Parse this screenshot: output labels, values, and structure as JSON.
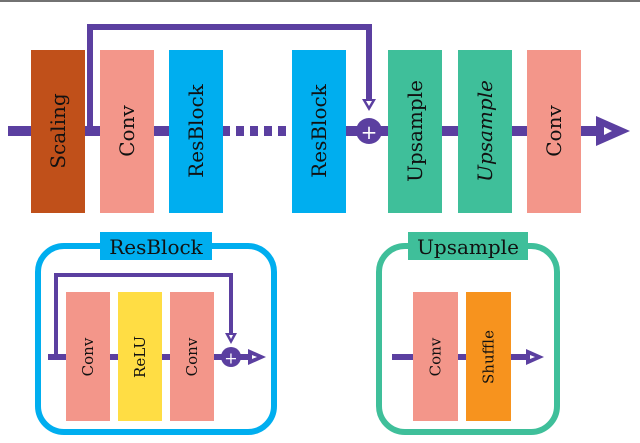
{
  "main_pipeline": {
    "blocks": [
      {
        "label": "Scaling",
        "color": "#C0501A",
        "italic": false
      },
      {
        "label": "Conv",
        "color": "#F3968A",
        "italic": false
      },
      {
        "label": "ResBlock",
        "color": "#00AEEF",
        "italic": false
      },
      {
        "label": "ResBlock",
        "color": "#00AEEF",
        "italic": false
      },
      {
        "label": "Upsample",
        "color": "#3FBF9A",
        "italic": false
      },
      {
        "label": "Upsample",
        "color": "#3FBF9A",
        "italic": true
      },
      {
        "label": "Conv",
        "color": "#F3968A",
        "italic": false
      }
    ],
    "sum_symbol": "+"
  },
  "resblock_detail": {
    "title": "ResBlock",
    "frame_color": "#00AEEF",
    "blocks": [
      {
        "label": "Conv",
        "color": "#F3968A"
      },
      {
        "label": "ReLU",
        "color": "#FFDD44"
      },
      {
        "label": "Conv",
        "color": "#F3968A"
      }
    ],
    "sum_symbol": "+"
  },
  "upsample_detail": {
    "title": "Upsample",
    "frame_color": "#3FBF9A",
    "blocks": [
      {
        "label": "Conv",
        "color": "#F3968A"
      },
      {
        "label": "Shuffle",
        "color": "#F7931E"
      }
    ]
  },
  "colors": {
    "arrow": "#5B3FA0",
    "sum_node": "#5B3FA0"
  }
}
